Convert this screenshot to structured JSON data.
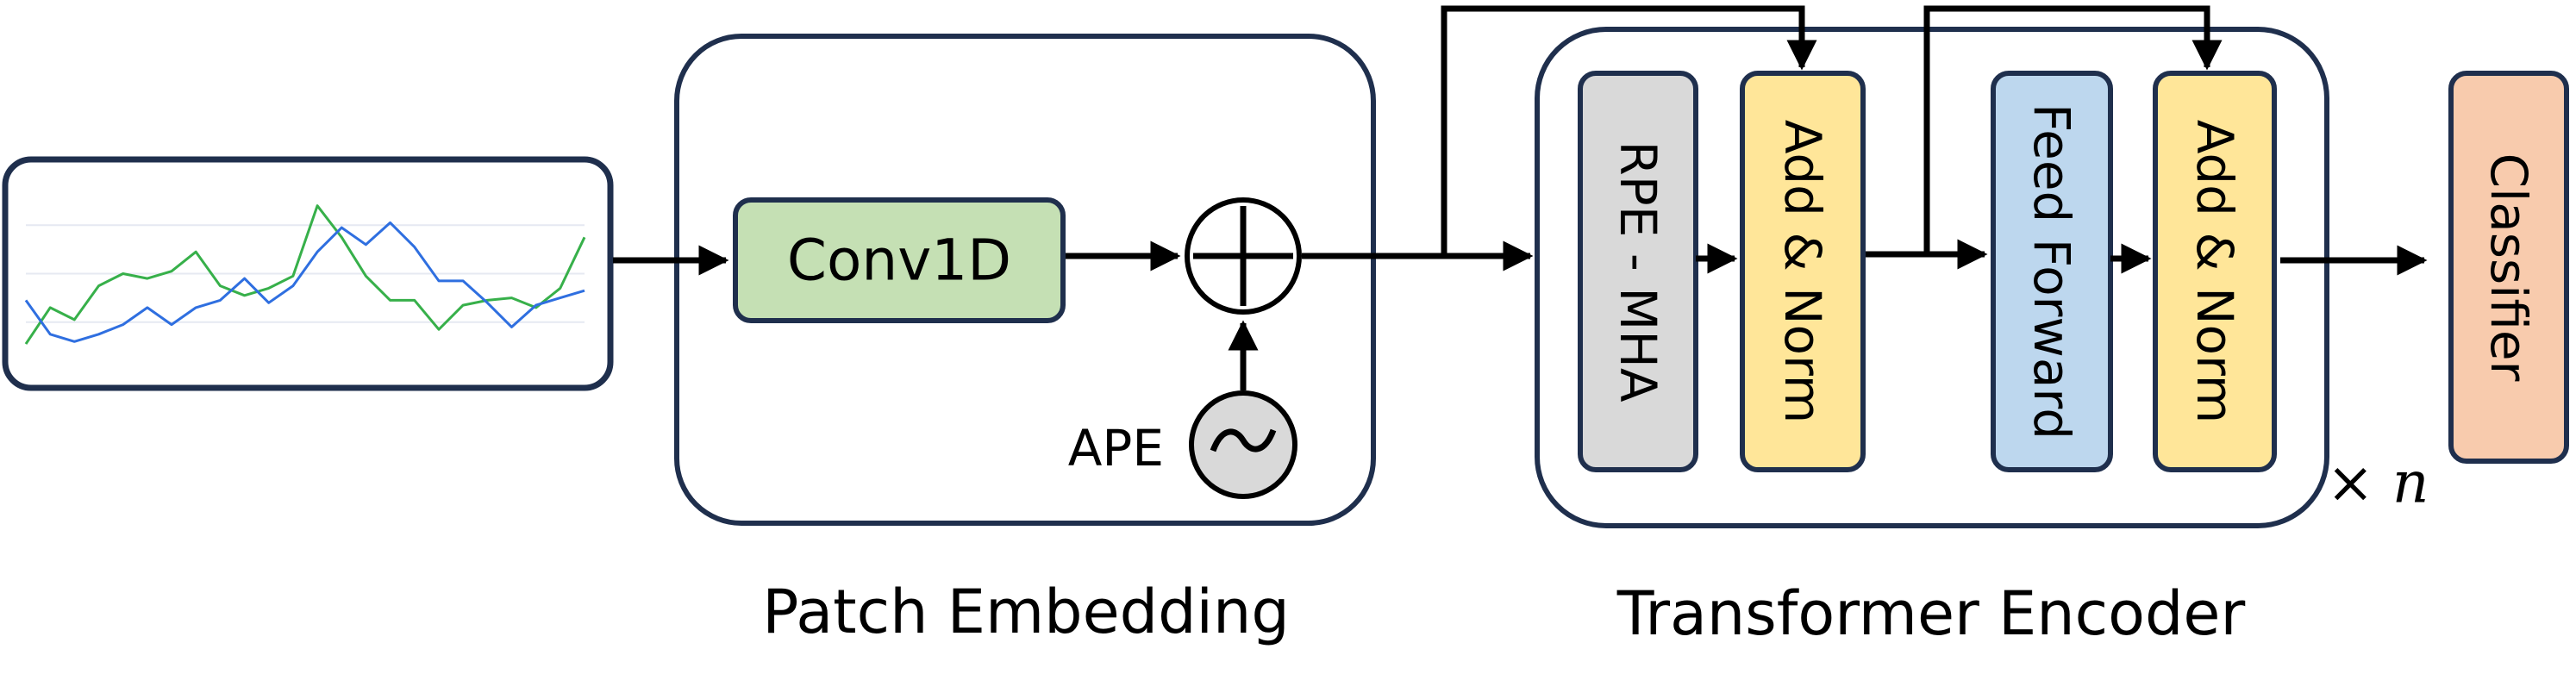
{
  "patch_embedding": {
    "caption": "Patch Embedding",
    "conv_label": "Conv1D",
    "ape_label": "APE"
  },
  "transformer_encoder": {
    "caption": "Transformer Encoder",
    "rpe_label": "RPE - MHA",
    "add_norm_1_label": "Add & Norm",
    "feed_forward_label": "Feed Forward",
    "add_norm_2_label": "Add & Norm",
    "repeat_label": "× n"
  },
  "classifier": {
    "label": "Classifier"
  },
  "input_signal": {
    "series": [
      {
        "values": [
          1.55,
          2.3,
          2.05,
          2.75,
          3.0,
          2.9,
          3.05,
          3.45,
          2.75,
          2.55,
          2.7,
          2.95,
          4.4,
          3.75,
          2.95,
          2.45,
          2.45,
          1.85,
          2.35,
          2.45,
          2.5,
          2.3,
          2.7,
          3.75
        ],
        "color": "#37b04a"
      },
      {
        "values": [
          2.45,
          1.75,
          1.6,
          1.75,
          1.95,
          2.3,
          1.95,
          2.3,
          2.45,
          2.9,
          2.4,
          2.75,
          3.45,
          3.95,
          3.6,
          4.05,
          3.55,
          2.85,
          2.85,
          2.4,
          1.9,
          2.35,
          2.5,
          2.65
        ],
        "color": "#2f6fe0"
      }
    ],
    "colors": {
      "gridline": "#e6e9f2"
    }
  },
  "colors": {
    "outline": "#1f2f4d",
    "conv_fill": "#c5e0b4",
    "rpe_fill": "#d9d9d9",
    "add_norm_fill": "#ffe699",
    "feed_forward_fill": "#bdd7ee",
    "classifier_fill": "#f8cbad",
    "ape_fill": "#d9d9d9"
  }
}
